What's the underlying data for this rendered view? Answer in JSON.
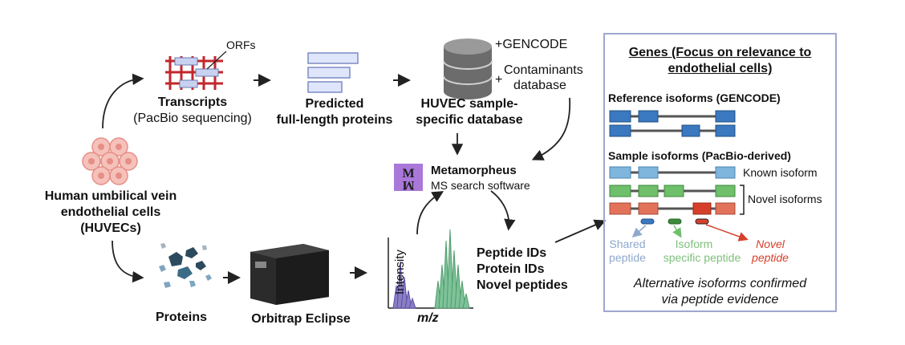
{
  "transcripts": {
    "title": "Transcripts",
    "subtitle": "(PacBio sequencing)",
    "orfs_label": "ORFs"
  },
  "predicted": {
    "line1": "Predicted",
    "line2": "full-length proteins"
  },
  "database": {
    "line1": "HUVEC sample-",
    "line2": "specific database",
    "gencode": "+GENCODE",
    "contaminants_line1": "Contaminants",
    "contaminants_line2": "database",
    "contaminants_plus": "+"
  },
  "cells": {
    "line1": "Human umbilical vein",
    "line2": "endothelial cells",
    "line3": "(HUVECs)"
  },
  "metamorpheus": {
    "title": "Metamorpheus",
    "subtitle": "MS search software"
  },
  "proteins": {
    "label": "Proteins"
  },
  "orbitrap": {
    "label": "Orbitrap Eclipse"
  },
  "spectrum": {
    "ylabel": "Intensity",
    "xlabel": "m/z"
  },
  "results": {
    "line1": "Peptide IDs",
    "line2": "Protein IDs",
    "line3": "Novel peptides"
  },
  "panel": {
    "title_line1": "Genes (Focus on relevance to",
    "title_line2": "endothelial cells)",
    "reference_heading": "Reference isoforms (GENCODE)",
    "sample_heading": "Sample isoforms (PacBio-derived)",
    "known_label": "Known isoform",
    "novel_label": "Novel isoforms",
    "shared_line1": "Shared",
    "shared_line2": "peptide",
    "specific_line1": "Isoform",
    "specific_line2": "specific peptide",
    "novel_pep_line1": "Novel",
    "novel_pep_line2": "peptide",
    "footer_line1": "Alternative isoforms confirmed",
    "footer_line2": "via peptide evidence"
  },
  "colors": {
    "blue_exon": "#3a78c0",
    "light_blue_exon": "#7fb6dd",
    "green_exon": "#6fbf6b",
    "orange_exon": "#e2735a",
    "red_exon": "#d6402b",
    "shared_text": "#8fa8cc",
    "specific_text": "#7cc07a",
    "novel_text": "#d6402b",
    "panel_border": "#9ea7cf",
    "cell_color": "#f2a7a0",
    "spectrum_purple": "#8a7ec4",
    "spectrum_green": "#7fc29a"
  }
}
